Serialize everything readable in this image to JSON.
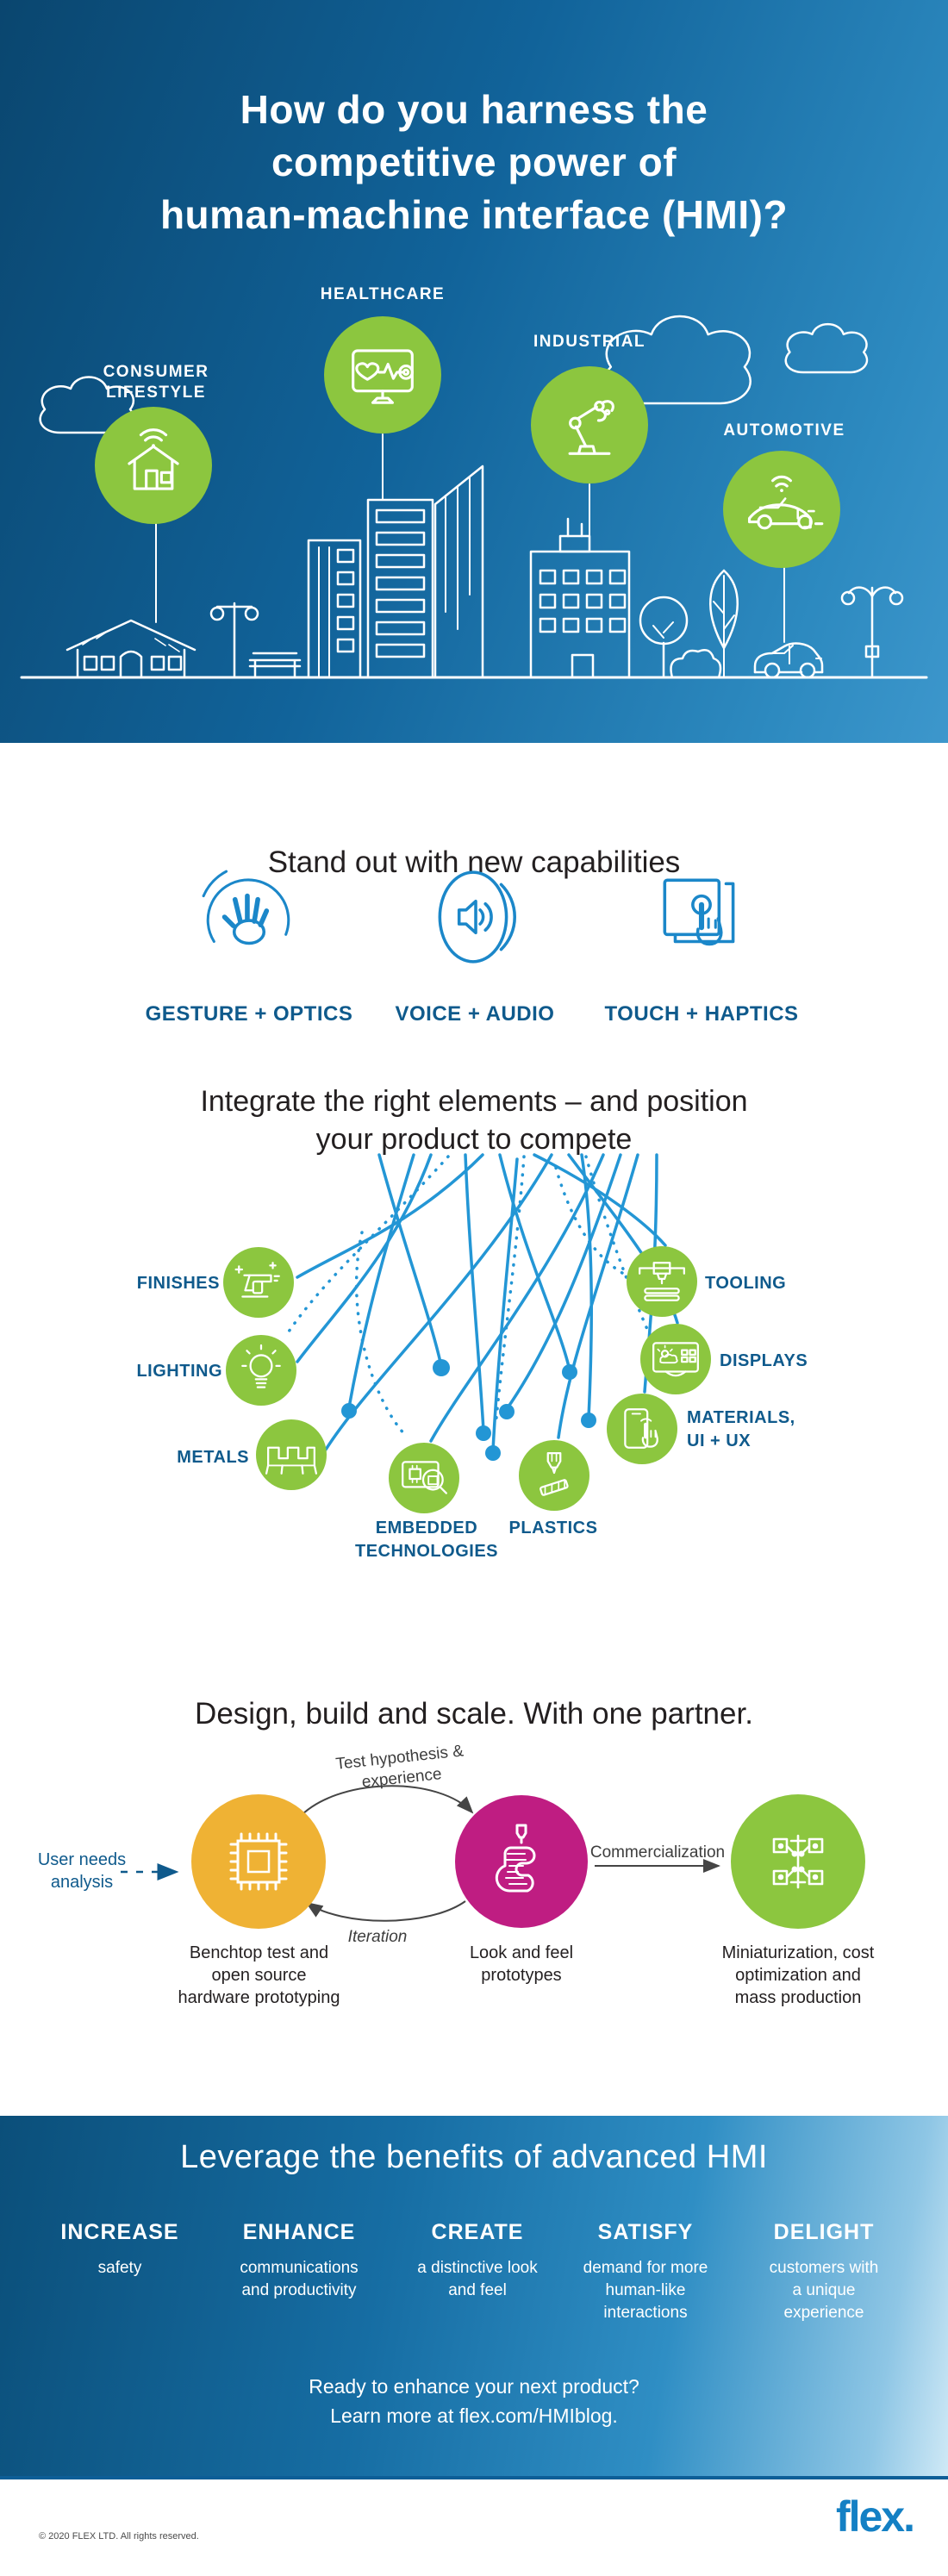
{
  "palette": {
    "hero_blue_dark": "#0a466f",
    "hero_blue_light": "#3d97cc",
    "green": "#8cc63f",
    "line_blue": "#2396d5",
    "label_blue": "#0f5a8c",
    "orange": "#efb234",
    "magenta": "#bf1d82",
    "text_dark": "#231f20",
    "logo_blue": "#1480c4"
  },
  "hero": {
    "title_lines": [
      "How do you harness the",
      "competitive power of",
      "human-machine interface (HMI)?"
    ],
    "sectors": [
      {
        "label": "CONSUMER LIFESTYLE",
        "icon": "smart-home-icon"
      },
      {
        "label": "HEALTHCARE",
        "icon": "health-monitor-icon"
      },
      {
        "label": "INDUSTRIAL",
        "icon": "robot-arm-icon"
      },
      {
        "label": "AUTOMOTIVE",
        "icon": "connected-car-icon"
      }
    ]
  },
  "capabilities": {
    "title": "Stand out with new capabilities",
    "items": [
      {
        "label": "GESTURE + OPTICS",
        "icon": "gesture-hand-icon"
      },
      {
        "label": "VOICE + AUDIO",
        "icon": "speaker-icon"
      },
      {
        "label": "TOUCH + HAPTICS",
        "icon": "touchscreen-icon"
      }
    ]
  },
  "elements": {
    "title_lines": [
      "Integrate the right elements – and position",
      "your product to compete"
    ],
    "bubbles": [
      {
        "label": "FINISHES",
        "icon": "spray-gun-icon"
      },
      {
        "label": "LIGHTING",
        "icon": "light-bulb-icon"
      },
      {
        "label": "METALS",
        "icon": "metal-bracket-icon"
      },
      {
        "label": "EMBEDDED TECHNOLOGIES",
        "icon": "embedded-chip-icon"
      },
      {
        "label": "PLASTICS",
        "icon": "injection-molding-icon"
      },
      {
        "label": "MATERIALS, UI + UX",
        "icon": "phone-touch-icon"
      },
      {
        "label": "DISPLAYS",
        "icon": "display-screen-icon"
      },
      {
        "label": "TOOLING",
        "icon": "printer-tool-icon"
      }
    ]
  },
  "process": {
    "title": "Design, build and scale. With one partner.",
    "input_label": "User needs analysis",
    "stages": [
      {
        "caption": "Benchtop test and open source hardware prototyping",
        "icon": "chip-icon",
        "color": "#efb234"
      },
      {
        "caption": "Look and feel prototypes",
        "icon": "printed-prototype-icon",
        "color": "#bf1d82"
      },
      {
        "caption": "Miniaturization, cost optimization and mass production",
        "icon": "circuit-board-icon",
        "color": "#8cc63f"
      }
    ],
    "arrow_labels": {
      "top": "Test hypothesis & experience",
      "bottom": "Iteration",
      "forward": "Commercialization"
    }
  },
  "benefits": {
    "title": "Leverage the benefits of advanced HMI",
    "columns": [
      {
        "heading": "INCREASE",
        "body": "safety"
      },
      {
        "heading": "ENHANCE",
        "body": "communications and productivity"
      },
      {
        "heading": "CREATE",
        "body": "a distinctive look and feel"
      },
      {
        "heading": "SATISFY",
        "body": "demand for more human-like interactions"
      },
      {
        "heading": "DELIGHT",
        "body": "customers with a unique experience"
      }
    ],
    "cta_lines": [
      "Ready to enhance your next product?",
      "Learn more at flex.com/HMIblog."
    ]
  },
  "footer": {
    "copyright": "© 2020 FLEX LTD. All rights reserved.",
    "logo_text": "flex."
  }
}
